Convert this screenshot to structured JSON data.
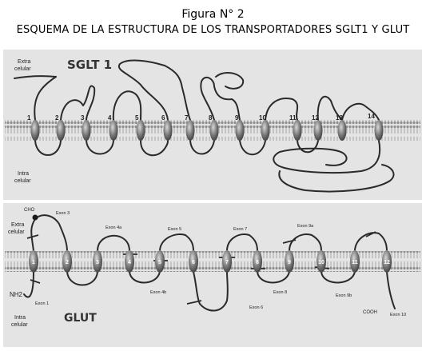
{
  "figure_title": "Figura N° 2",
  "figure_subtitle": "ESQUEMA DE LA ESTRUCTURA DE LOS TRANSPORTADORES SGLT1 Y GLUT",
  "sglt1": {
    "name": "SGLT 1",
    "extra_label": [
      "Extra",
      "celular"
    ],
    "intra_label": [
      "Intra",
      "celular"
    ],
    "segments": [
      "1",
      "2",
      "3",
      "4",
      "5",
      "6",
      "7",
      "8",
      "9",
      "10",
      "11",
      "12",
      "13",
      "14"
    ]
  },
  "glut": {
    "name": "GLUT",
    "extra_label": [
      "Extra",
      "celular"
    ],
    "intra_label": [
      "Intra",
      "celular"
    ],
    "segments": [
      "1",
      "2",
      "3",
      "4",
      "5",
      "6",
      "7",
      "8",
      "9",
      "10",
      "11",
      "12"
    ],
    "cho": "CHO",
    "nh2": "NH2",
    "cooh": "COOH",
    "exons": {
      "e1": "Exon 1",
      "e3": "Exon 3",
      "e4a": "Exon 4a",
      "e4b": "Exon 4b",
      "e5": "Exon 5",
      "e6": "Exon 6",
      "e7": "Exon 7",
      "e8": "Exon 8",
      "e9a": "Exon 9a",
      "e9b": "Exon 9b",
      "e10": "Exon 10"
    }
  }
}
